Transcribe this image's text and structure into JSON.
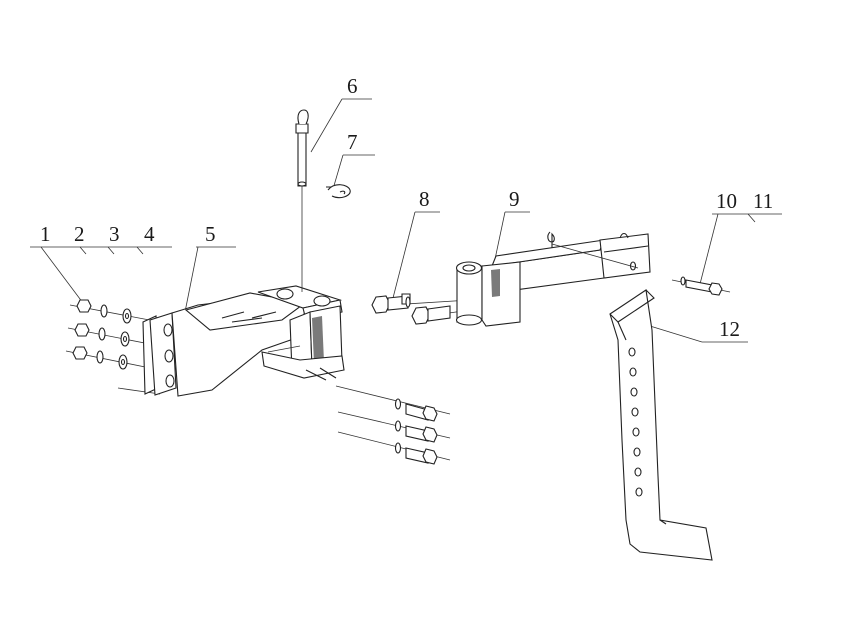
{
  "callouts": [
    {
      "id": "c1",
      "label": "1"
    },
    {
      "id": "c2",
      "label": "2"
    },
    {
      "id": "c3",
      "label": "3"
    },
    {
      "id": "c4",
      "label": "4"
    },
    {
      "id": "c5",
      "label": "5"
    },
    {
      "id": "c6",
      "label": "6"
    },
    {
      "id": "c7",
      "label": "7"
    },
    {
      "id": "c8",
      "label": "8"
    },
    {
      "id": "c9",
      "label": "9"
    },
    {
      "id": "c10",
      "label": "10"
    },
    {
      "id": "c11",
      "label": "11"
    },
    {
      "id": "c12",
      "label": "12"
    }
  ],
  "colors": {
    "line": "#222222",
    "shade": "#7a7a7a",
    "background": "#ffffff"
  }
}
